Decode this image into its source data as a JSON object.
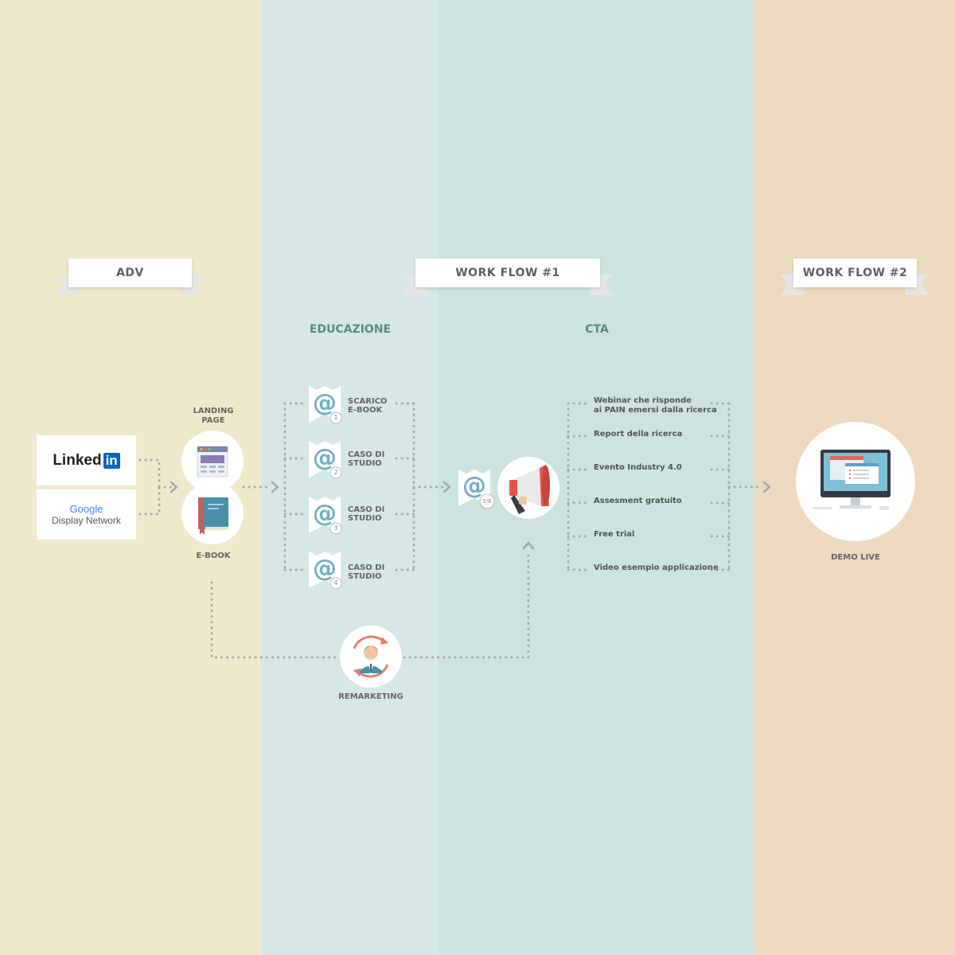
{
  "colors": {
    "adv": "#f0e8cb",
    "educazione": "#d5e7e6",
    "cta": "#cde3df",
    "workflow2": "#ecd9c0",
    "accent": "#5d8a80",
    "dots": "#a9a9a9"
  },
  "ribbons": {
    "adv": "ADV",
    "workflow1": "WORK FLOW #1",
    "workflow2": "WORK FLOW #2"
  },
  "sections": {
    "educazione": "EDUCAZIONE",
    "cta": "CTA"
  },
  "sources": {
    "linkedin": {
      "text": "Linked",
      "badge": "in"
    },
    "google": {
      "name": "Google",
      "sub": "Display Network"
    }
  },
  "nodes": {
    "landing_page": "LANDING PAGE",
    "ebook": "E-BOOK",
    "remarketing": "REMARKETING",
    "demo_live": "DEMO LIVE"
  },
  "emails": [
    {
      "label_1": "SCARICO",
      "label_2": "E-BOOK",
      "number": "1"
    },
    {
      "label_1": "CASO DI",
      "label_2": "STUDIO",
      "number": "2"
    },
    {
      "label_1": "CASO DI",
      "label_2": "STUDIO",
      "number": "3"
    },
    {
      "label_1": "CASO DI",
      "label_2": "STUDIO",
      "number": "4"
    }
  ],
  "cta_email_number": "5/6",
  "cta_items": [
    {
      "line_1": "Webinar che risponde",
      "line_2": "ai PAIN emersi dalla ricerca"
    },
    {
      "line_1": "Report della ricerca"
    },
    {
      "line_1": "Evento Industry 4.0"
    },
    {
      "line_1": "Assesment gratuito"
    },
    {
      "line_1": "Free trial"
    },
    {
      "line_1": "Video esempio applicazione"
    }
  ]
}
